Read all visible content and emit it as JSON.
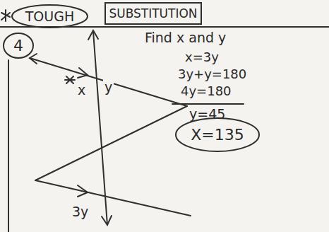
{
  "diagram": {
    "nodes": [
      {
        "text": [
          "TOUGH"
        ]
      },
      {
        "text": [
          "SUBSTITUTION"
        ]
      },
      {
        "text": [
          "4"
        ]
      },
      {
        "text": [
          "X=135"
        ]
      }
    ],
    "labels": [
      "Find x and y",
      "x",
      "y",
      "3y",
      "x=3y",
      "3y+y=180",
      "4y=180",
      "y=45"
    ]
  }
}
